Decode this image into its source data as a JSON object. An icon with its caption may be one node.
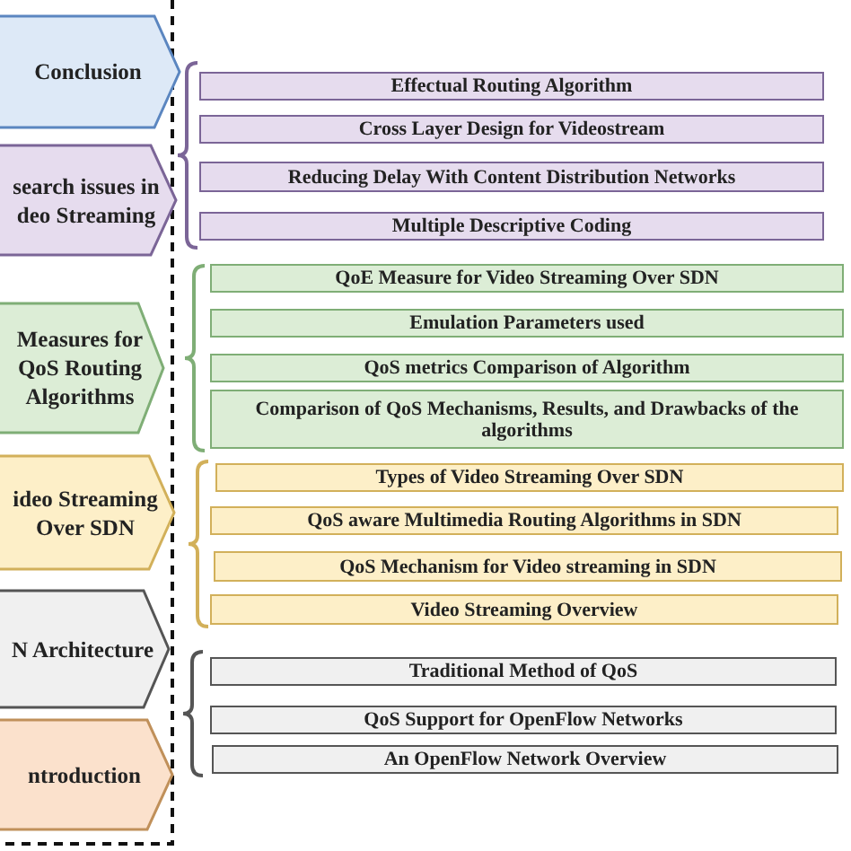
{
  "diagram": {
    "nodes": [
      {
        "text": [
          "Conclusion"
        ]
      },
      {
        "text": [
          "search issues in deo Streaming"
        ]
      },
      {
        "text": [
          "Effectual Routing Algorithm"
        ]
      },
      {
        "text": [
          "Cross Layer Design for Videostream"
        ]
      },
      {
        "text": [
          "Reducing Delay With Content Distribution Networks"
        ]
      },
      {
        "text": [
          "Multiple Descriptive Coding"
        ]
      },
      {
        "text": [
          "Measures for QoS Routing Algorithms"
        ]
      },
      {
        "text": [
          "QoE Measure for Video Streaming Over SDN"
        ]
      },
      {
        "text": [
          "Emulation Parameters used"
        ]
      },
      {
        "text": [
          "QoS metrics Comparison of Algorithm"
        ]
      },
      {
        "text": [
          "Comparison of QoS Mechanisms, Results, and Drawbacks of the algorithms"
        ]
      },
      {
        "text": [
          "ideo Streaming Over SDN"
        ]
      },
      {
        "text": [
          "Types of Video Streaming Over SDN"
        ]
      },
      {
        "text": [
          "QoS aware Multimedia Routing Algorithms in SDN"
        ]
      },
      {
        "text": [
          "QoS Mechanism for Video streaming in SDN"
        ]
      },
      {
        "text": [
          "Video Streaming Overview"
        ]
      },
      {
        "text": [
          "N Architecture"
        ]
      },
      {
        "text": [
          "Traditional Method of QoS"
        ]
      },
      {
        "text": [
          "QoS Support for OpenFlow Networks"
        ]
      },
      {
        "text": [
          "An OpenFlow Network Overview"
        ]
      },
      {
        "text": [
          "ntroduction"
        ]
      }
    ]
  }
}
